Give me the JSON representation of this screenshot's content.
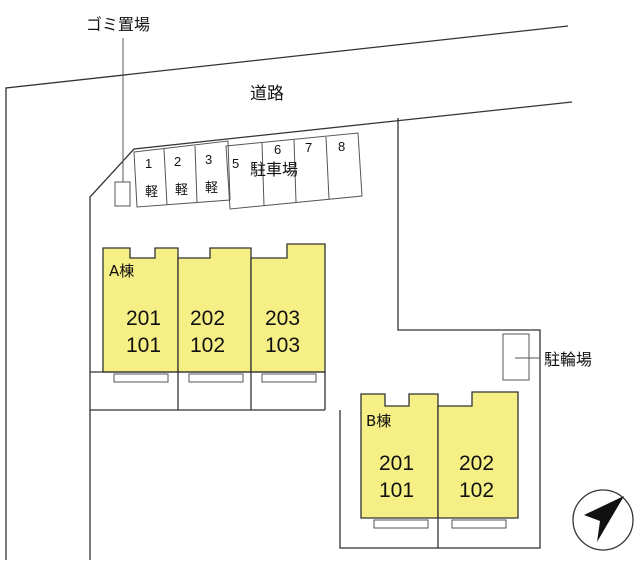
{
  "labels": {
    "road": "道路",
    "garbage": "ゴミ置場",
    "parking": "駐車場",
    "bicycle": "駐輪場",
    "building_a": "A棟",
    "building_b": "B棟"
  },
  "parking_spaces": [
    {
      "number": "1",
      "note": "軽"
    },
    {
      "number": "2",
      "note": "軽"
    },
    {
      "number": "3",
      "note": "軽"
    },
    {
      "number": "5",
      "note": ""
    },
    {
      "number": "6",
      "note": ""
    },
    {
      "number": "7",
      "note": ""
    },
    {
      "number": "8",
      "note": ""
    }
  ],
  "building_a_units": [
    {
      "upper": "201",
      "lower": "101"
    },
    {
      "upper": "202",
      "lower": "102"
    },
    {
      "upper": "203",
      "lower": "103"
    }
  ],
  "building_b_units": [
    {
      "upper": "201",
      "lower": "101"
    },
    {
      "upper": "202",
      "lower": "102"
    }
  ],
  "colors": {
    "unit_fill": "#f6ef86",
    "line": "#333333"
  },
  "icons": {
    "compass": "north-arrow-icon"
  }
}
